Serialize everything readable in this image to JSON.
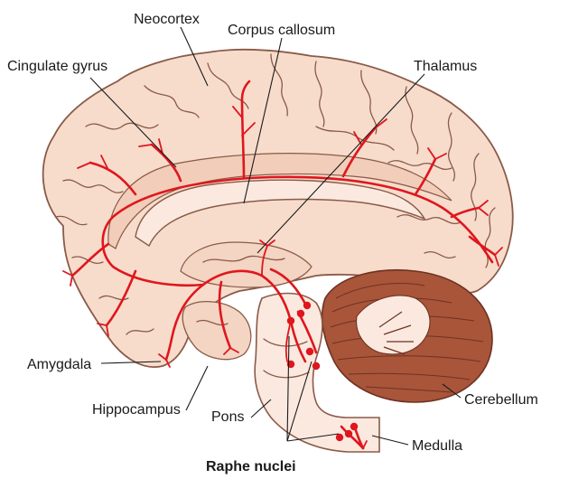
{
  "labels": {
    "neocortex": "Neocortex",
    "corpus_callosum": "Corpus callosum",
    "cingulate_gyrus": "Cingulate gyrus",
    "thalamus": "Thalamus",
    "amygdala": "Amygdala",
    "hippocampus": "Hippocampus",
    "pons": "Pons",
    "cerebellum": "Cerebellum",
    "medulla": "Medulla",
    "raphe_nuclei": "Raphe nuclei"
  },
  "colors": {
    "pathway": "#e0161d",
    "cortex_fill": "#f7dccc",
    "cortex_outline": "#8a5a48",
    "cerebellum_fill": "#a8553a",
    "brainstem_fill": "#fbe9df",
    "label_text": "#1a1a1a"
  }
}
